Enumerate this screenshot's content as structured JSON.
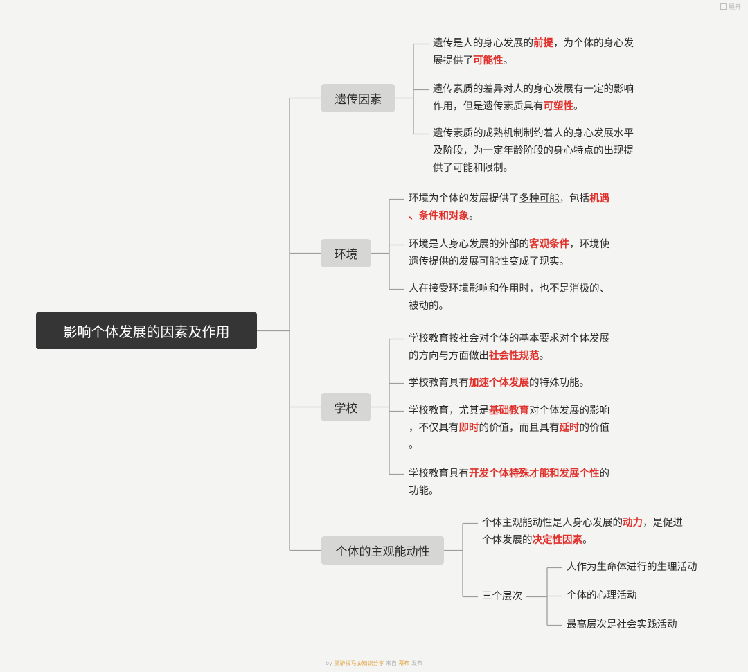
{
  "top_right_label": "展开",
  "root": {
    "label": "影响个体发展的因素及作用"
  },
  "topics": [
    {
      "label": "遗传因素",
      "items": [
        {
          "lines": [
            [
              {
                "t": "遗传是人的身心发展的"
              },
              {
                "t": "前提",
                "s": "hl"
              },
              {
                "t": "，为个体的身心发"
              }
            ],
            [
              {
                "t": "展提供了"
              },
              {
                "t": "可能性",
                "s": "hl"
              },
              {
                "t": "。"
              }
            ]
          ]
        },
        {
          "lines": [
            [
              {
                "t": "遗传素质的差异对人的身心发展有一定的影响"
              }
            ],
            [
              {
                "t": "作用，但是遗传素质具有"
              },
              {
                "t": "可塑性",
                "s": "hl"
              },
              {
                "t": "。"
              }
            ]
          ]
        },
        {
          "lines": [
            [
              {
                "t": "遗传素质的成熟机制制约着人的身心发展水平"
              }
            ],
            [
              {
                "t": "及阶段，为一定年龄阶段的身心特点的出现提"
              }
            ],
            [
              {
                "t": "供了可能和限制。"
              }
            ]
          ]
        }
      ]
    },
    {
      "label": "环境",
      "items": [
        {
          "lines": [
            [
              {
                "t": "环境为个体的发展提供了"
              },
              {
                "t": "多种可能",
                "s": "ul"
              },
              {
                "t": "，包括"
              },
              {
                "t": "机遇",
                "s": "hl"
              }
            ],
            [
              {
                "t": "、条件和对象",
                "s": "hl"
              },
              {
                "t": "。"
              }
            ]
          ]
        },
        {
          "lines": [
            [
              {
                "t": "环境是人身心发展的外部的"
              },
              {
                "t": "客观条件",
                "s": "hl"
              },
              {
                "t": "，环境使"
              }
            ],
            [
              {
                "t": "遗传提供的发展可能性变成了现实。"
              }
            ]
          ]
        },
        {
          "lines": [
            [
              {
                "t": "人在接受环境影响和作用时，也不是消极的、"
              }
            ],
            [
              {
                "t": "被动的。"
              }
            ]
          ]
        }
      ]
    },
    {
      "label": "学校",
      "items": [
        {
          "lines": [
            [
              {
                "t": "学校教育按社会对个体的基本要求对个体发展"
              }
            ],
            [
              {
                "t": "的方向与方面做出"
              },
              {
                "t": "社会性规范",
                "s": "hl"
              },
              {
                "t": "。"
              }
            ]
          ]
        },
        {
          "lines": [
            [
              {
                "t": "学校教育具有"
              },
              {
                "t": "加速个体发展",
                "s": "hl"
              },
              {
                "t": "的特殊功能。"
              }
            ]
          ]
        },
        {
          "lines": [
            [
              {
                "t": "学校教育，尤其是"
              },
              {
                "t": "基础教育",
                "s": "hl"
              },
              {
                "t": "对个体发展的影响"
              }
            ],
            [
              {
                "t": "，不仅具有"
              },
              {
                "t": "即时",
                "s": "hl"
              },
              {
                "t": "的价值，而且具有"
              },
              {
                "t": "延时",
                "s": "hl"
              },
              {
                "t": "的价值"
              }
            ],
            [
              {
                "t": "。"
              }
            ]
          ]
        },
        {
          "lines": [
            [
              {
                "t": "学校教育具有"
              },
              {
                "t": "开发个体特殊才能和发展个性",
                "s": "hl"
              },
              {
                "t": "的"
              }
            ],
            [
              {
                "t": "功能。"
              }
            ]
          ]
        }
      ]
    },
    {
      "label": "个体的主观能动性",
      "items": [
        {
          "lines": [
            [
              {
                "t": "个体主观能动性是人身心发展的"
              },
              {
                "t": "动力",
                "s": "hl"
              },
              {
                "t": "，是促进"
              }
            ],
            [
              {
                "t": "个体发展的"
              },
              {
                "t": "决定性因素",
                "s": "hl"
              },
              {
                "t": "。"
              }
            ]
          ]
        },
        {
          "lines": [
            [
              {
                "t": "三个层次"
              }
            ]
          ],
          "children": [
            {
              "lines": [
                [
                  {
                    "t": "人作为生命体进行的生理活动"
                  }
                ]
              ]
            },
            {
              "lines": [
                [
                  {
                    "t": "个体的心理活动"
                  }
                ]
              ]
            },
            {
              "lines": [
                [
                  {
                    "t": "最高层次是社会实践活动"
                  }
                ]
              ]
            }
          ]
        }
      ]
    }
  ],
  "footer": {
    "prefix": "by ",
    "a1": "骑驴找马",
    "mid1": "@",
    "a2": "知识分享",
    "mid2": " 来自 ",
    "a3": "幕布",
    "suffix": " 发布"
  }
}
